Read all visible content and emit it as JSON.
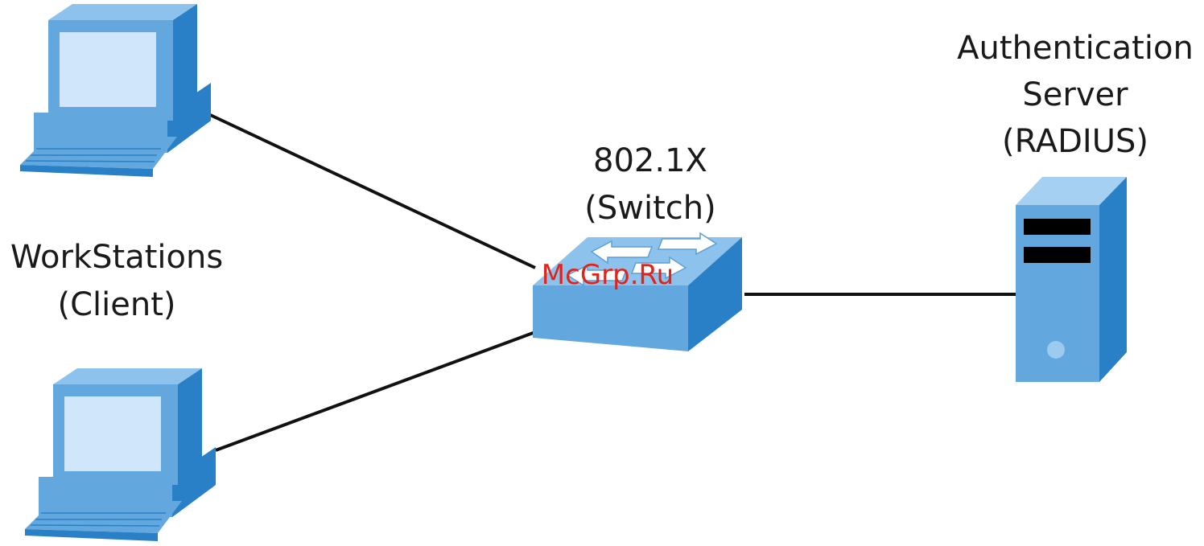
{
  "labels": {
    "workstations_line1": "WorkStations",
    "workstations_line2": "(Client)",
    "switch_line1": "802.1X",
    "switch_line2": "(Switch)",
    "server_line1": "Authentication",
    "server_line2": "Server",
    "server_line3": "(RADIUS)"
  },
  "watermark": "McGrp.Ru",
  "colors": {
    "device_light": "#cfe6fb",
    "device_mid": "#62a8de",
    "device_dark": "#2a80c6",
    "device_stroke": "#1f74bd",
    "link": "#111111",
    "watermark": "#e0241b"
  },
  "icons": [
    "workstation-icon",
    "switch-icon",
    "server-icon"
  ]
}
